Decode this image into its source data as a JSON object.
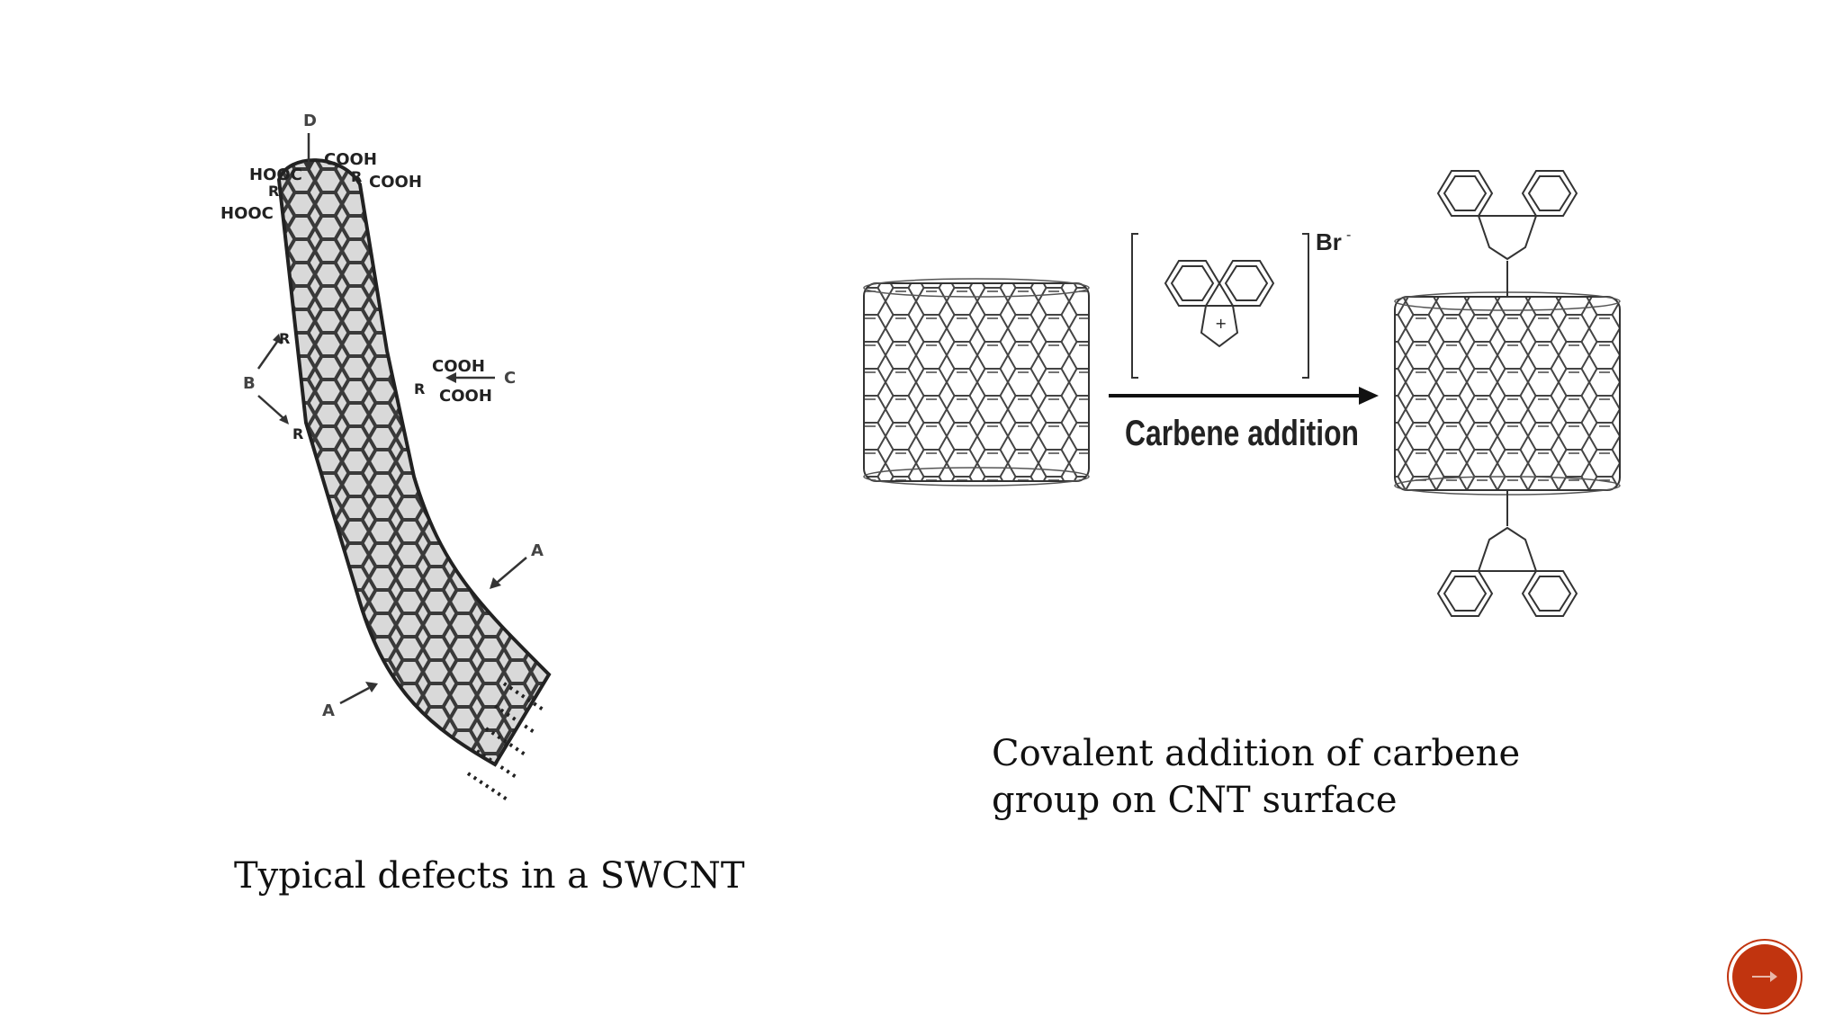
{
  "slide": {
    "left_figure": {
      "caption": "Typical defects in a SWCNT",
      "labels": {
        "d": "D",
        "a_upper": "A",
        "a_lower": "A",
        "b": "B",
        "c": "C",
        "hooc_1": "HOOC",
        "hooc_2": "HOOC",
        "cooh_1": "COOH",
        "cooh_2": "COOH",
        "cooh_3": "COOH",
        "cooh_4": "COOH",
        "r_1": "R",
        "r_2": "R",
        "r_3": "R",
        "r_4": "R",
        "r_5": "R"
      }
    },
    "right_figure": {
      "caption_line1": "Covalent addition of carbene",
      "caption_line2": "group on CNT surface",
      "reaction_label": "Carbene addition",
      "counter_ion": "Br",
      "counter_ion_charge": "-",
      "charge": "+"
    },
    "nav_button": {
      "icon": "arrow-icon",
      "color": "#c1340f"
    }
  }
}
